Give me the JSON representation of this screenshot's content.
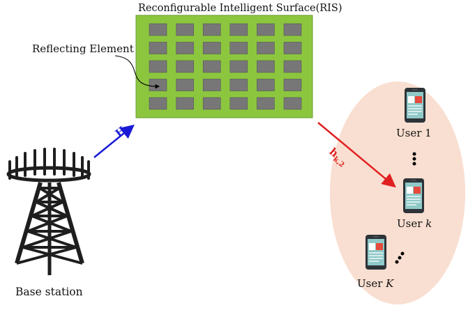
{
  "ris": {
    "title": "Reconfigurable Intelligent Surface(RIS)",
    "surface_color": "#8cc63f",
    "element_color": "#777777",
    "rows": 5,
    "cols": 6
  },
  "reflecting_element_label": "Reflecting Element",
  "base_station": {
    "label": "Base station",
    "icon": "cell-tower-icon"
  },
  "channels": {
    "h1": {
      "main": "H",
      "sub": "1",
      "color": "#1a1ad6"
    },
    "hk2": {
      "main": "h",
      "sub": "k,2",
      "color": "#e02020"
    }
  },
  "users": {
    "cluster_color": "#f9dfd1",
    "user1": "User 1",
    "userk_prefix": "User ",
    "userk_var": "k",
    "userK_prefix": "User ",
    "userK_var": "K",
    "icon": "smartphone-icon"
  }
}
